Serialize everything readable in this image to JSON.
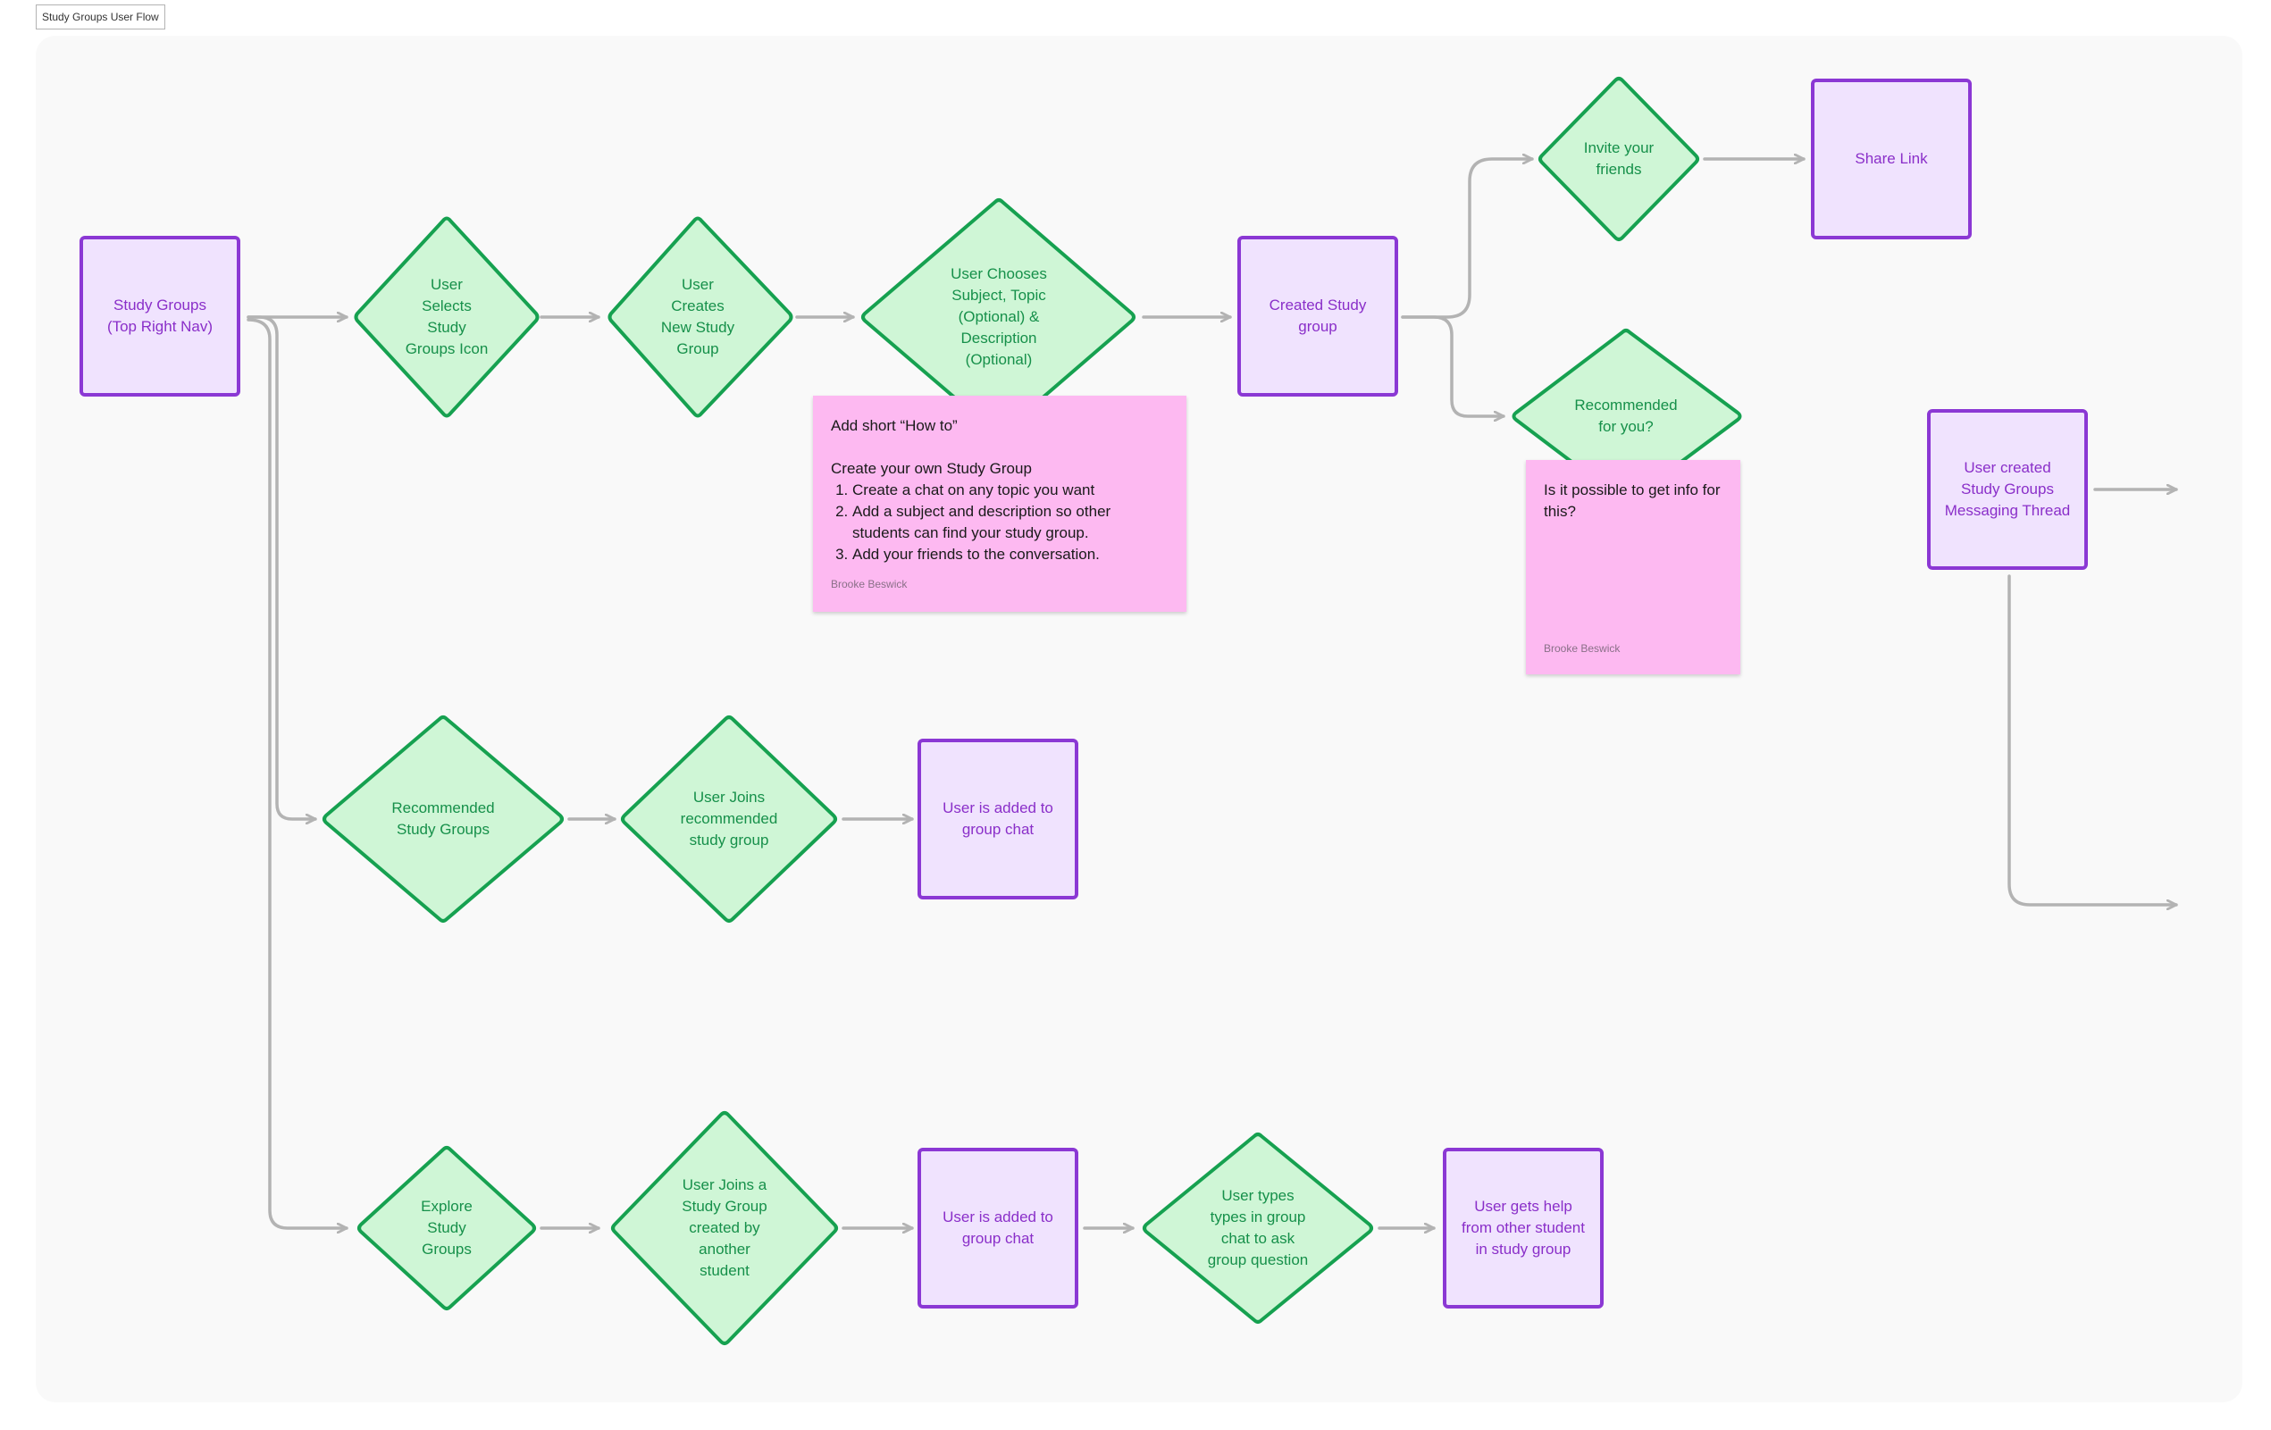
{
  "frame_title": "Study Groups User Flow",
  "colors": {
    "canvas": "#f9f9f9",
    "decision_fill": "#cff6d6",
    "decision_stroke": "#16a150",
    "decision_text": "#16904a",
    "process_fill": "#f0e3fe",
    "process_stroke": "#8b38d4",
    "process_text": "#8a2fc9",
    "connector": "#b3b3b3",
    "sticky": "#fdb9f1"
  },
  "nodes": {
    "study_groups_nav": "Study Groups\n(Top Right Nav)",
    "selects_icon": "User\nSelects\nStudy\nGroups Icon",
    "creates_group": "User\nCreates\nNew Study\nGroup",
    "chooses_subject": "User Chooses\nSubject, Topic\n(Optional) &\nDescription\n(Optional)",
    "created_group": "Created Study\ngroup",
    "invite_friends": "Invite your\nfriends",
    "share_link": "Share Link",
    "recommended_for_you": "Recommended\nfor you?",
    "messaging_thread": "User created\nStudy Groups\nMessaging Thread",
    "recommended_groups": "Recommended\nStudy Groups",
    "joins_recommended": "User Joins\nrecommended\nstudy group",
    "added_chat_1": "User is added to\ngroup chat",
    "explore_groups": "Explore\nStudy\nGroups",
    "joins_other": "User Joins a\nStudy Group\ncreated by\nanother\nstudent",
    "added_chat_2": "User is added to\ngroup chat",
    "user_types": "User types\ntypes in group\nchat to ask\ngroup question",
    "gets_help": "User gets help\nfrom other student\nin study group"
  },
  "sticky_howto": {
    "title": "Add short “How to”",
    "heading": "Create your own Study Group",
    "steps": [
      "Create a chat on any topic you want",
      "Add a subject and description so other students can find your study group.",
      "Add your friends to the conversation."
    ],
    "author": "Brooke Beswick"
  },
  "sticky_info": {
    "text": "Is it possible to get info for this?",
    "author": "Brooke Beswick"
  }
}
